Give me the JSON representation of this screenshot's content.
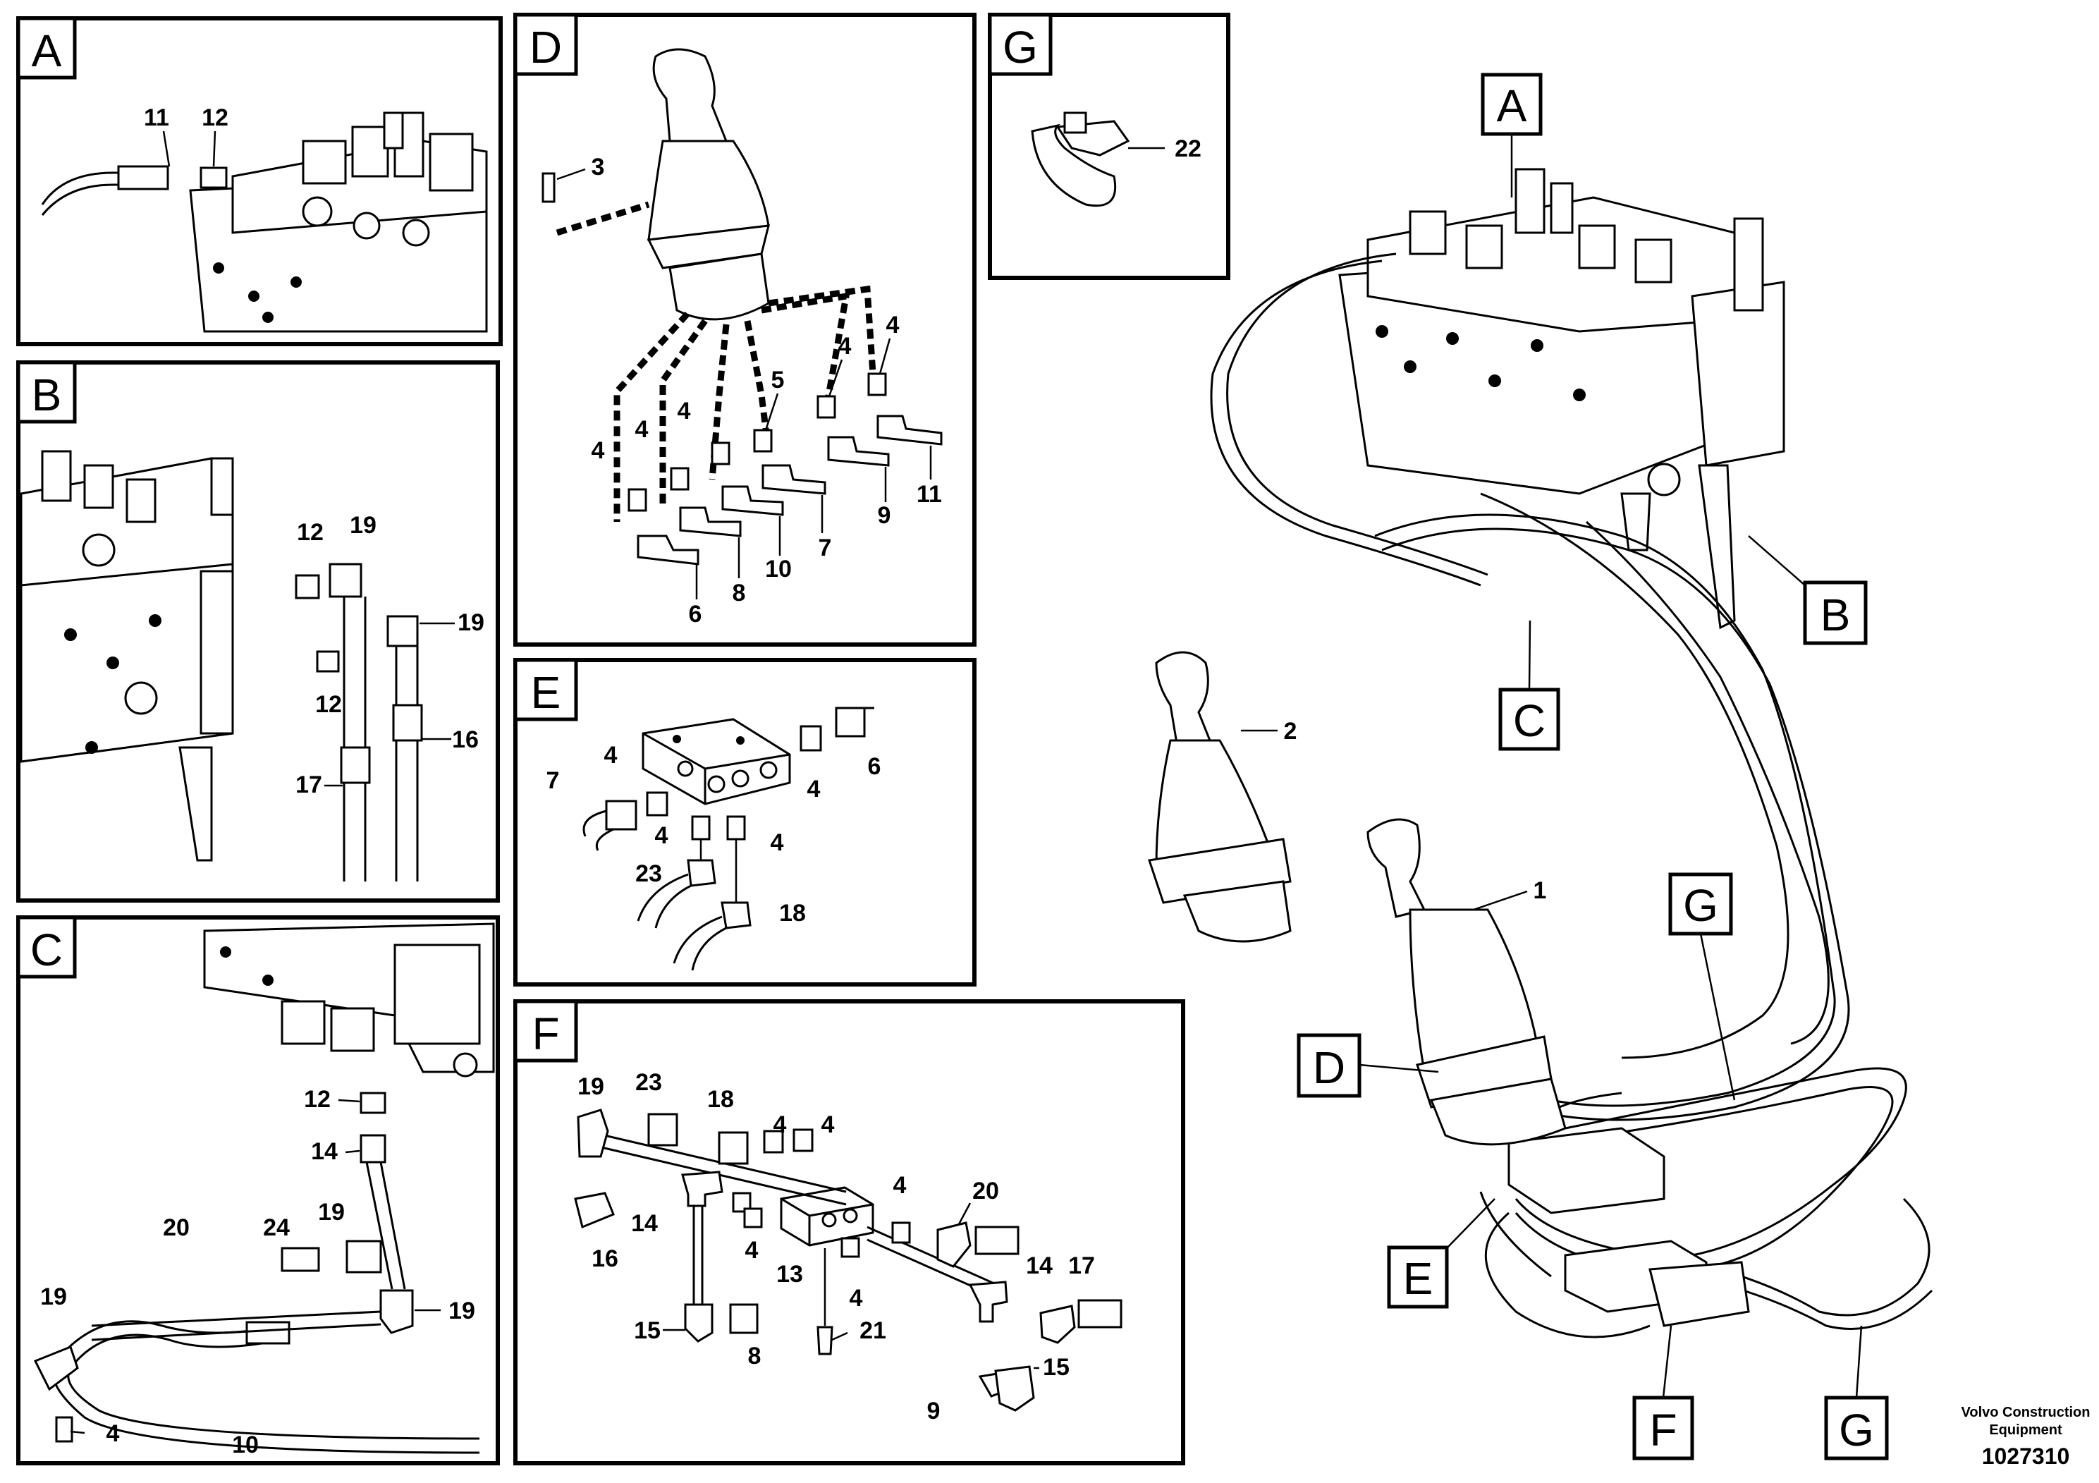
{
  "panels": {
    "A": {
      "letter": "A",
      "labels": [
        "11",
        "12"
      ]
    },
    "B": {
      "letter": "B",
      "labels": [
        "12",
        "19",
        "19",
        "12",
        "16",
        "17"
      ]
    },
    "C": {
      "letter": "C",
      "labels": [
        "12",
        "14",
        "20",
        "24",
        "19",
        "19",
        "19",
        "4",
        "10"
      ]
    },
    "D": {
      "letter": "D",
      "labels": [
        "3",
        "4",
        "4",
        "4",
        "4",
        "4",
        "5",
        "6",
        "8",
        "10",
        "7",
        "9",
        "11"
      ]
    },
    "E": {
      "letter": "E",
      "labels": [
        "6",
        "4",
        "7",
        "4",
        "4",
        "4",
        "23",
        "18"
      ]
    },
    "F": {
      "letter": "F",
      "labels": [
        "19",
        "23",
        "18",
        "4",
        "4",
        "20",
        "14",
        "4",
        "13",
        "4",
        "14",
        "17",
        "16",
        "4",
        "15",
        "8",
        "21",
        "15",
        "9"
      ]
    },
    "G": {
      "letter": "G",
      "labels": [
        "22"
      ]
    }
  },
  "overview": {
    "callouts": [
      "A",
      "B",
      "C",
      "D",
      "E",
      "F",
      "G",
      "G"
    ],
    "labels": [
      "2",
      "1"
    ]
  },
  "credit": {
    "company": "Volvo Construction",
    "company2": "Equipment",
    "number": "1027310"
  }
}
